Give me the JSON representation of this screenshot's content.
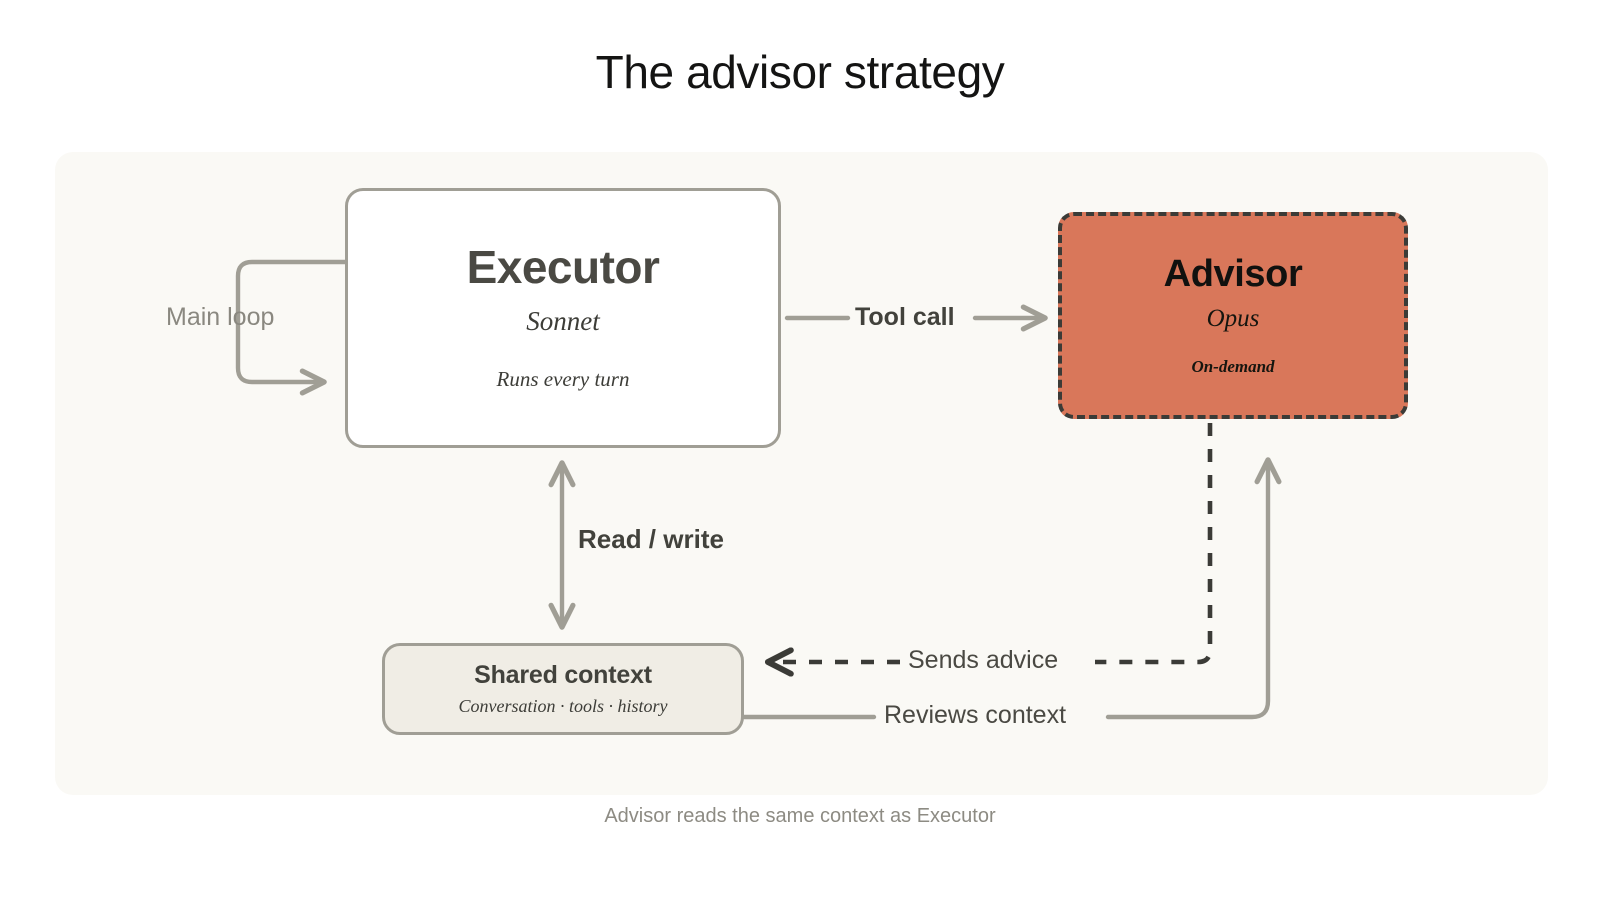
{
  "title": "The advisor strategy",
  "footer": "Advisor reads the same context as Executor",
  "colors": {
    "page_background": "#ffffff",
    "panel_background": "#faf9f5",
    "executor_fill": "#ffffff",
    "executor_border": "#a09e95",
    "advisor_fill": "#d9775a",
    "advisor_border": "#3b3b37",
    "context_fill": "#f0ede5",
    "context_border": "#a09e95",
    "connector": "#a09e95",
    "dashed_connector": "#3b3b37",
    "title_text": "#141413",
    "muted_text": "#8d8b83"
  },
  "nodes": {
    "executor": {
      "title": "Executor",
      "model": "Sonnet",
      "note": "Runs every turn"
    },
    "advisor": {
      "title": "Advisor",
      "model": "Opus",
      "note": "On-demand"
    },
    "context": {
      "title": "Shared context",
      "subtitle": "Conversation · tools · history"
    }
  },
  "edges": {
    "main_loop": "Main loop",
    "tool_call": "Tool call",
    "read_write": "Read / write",
    "sends_advice": "Sends advice",
    "reviews_context": "Reviews context"
  }
}
